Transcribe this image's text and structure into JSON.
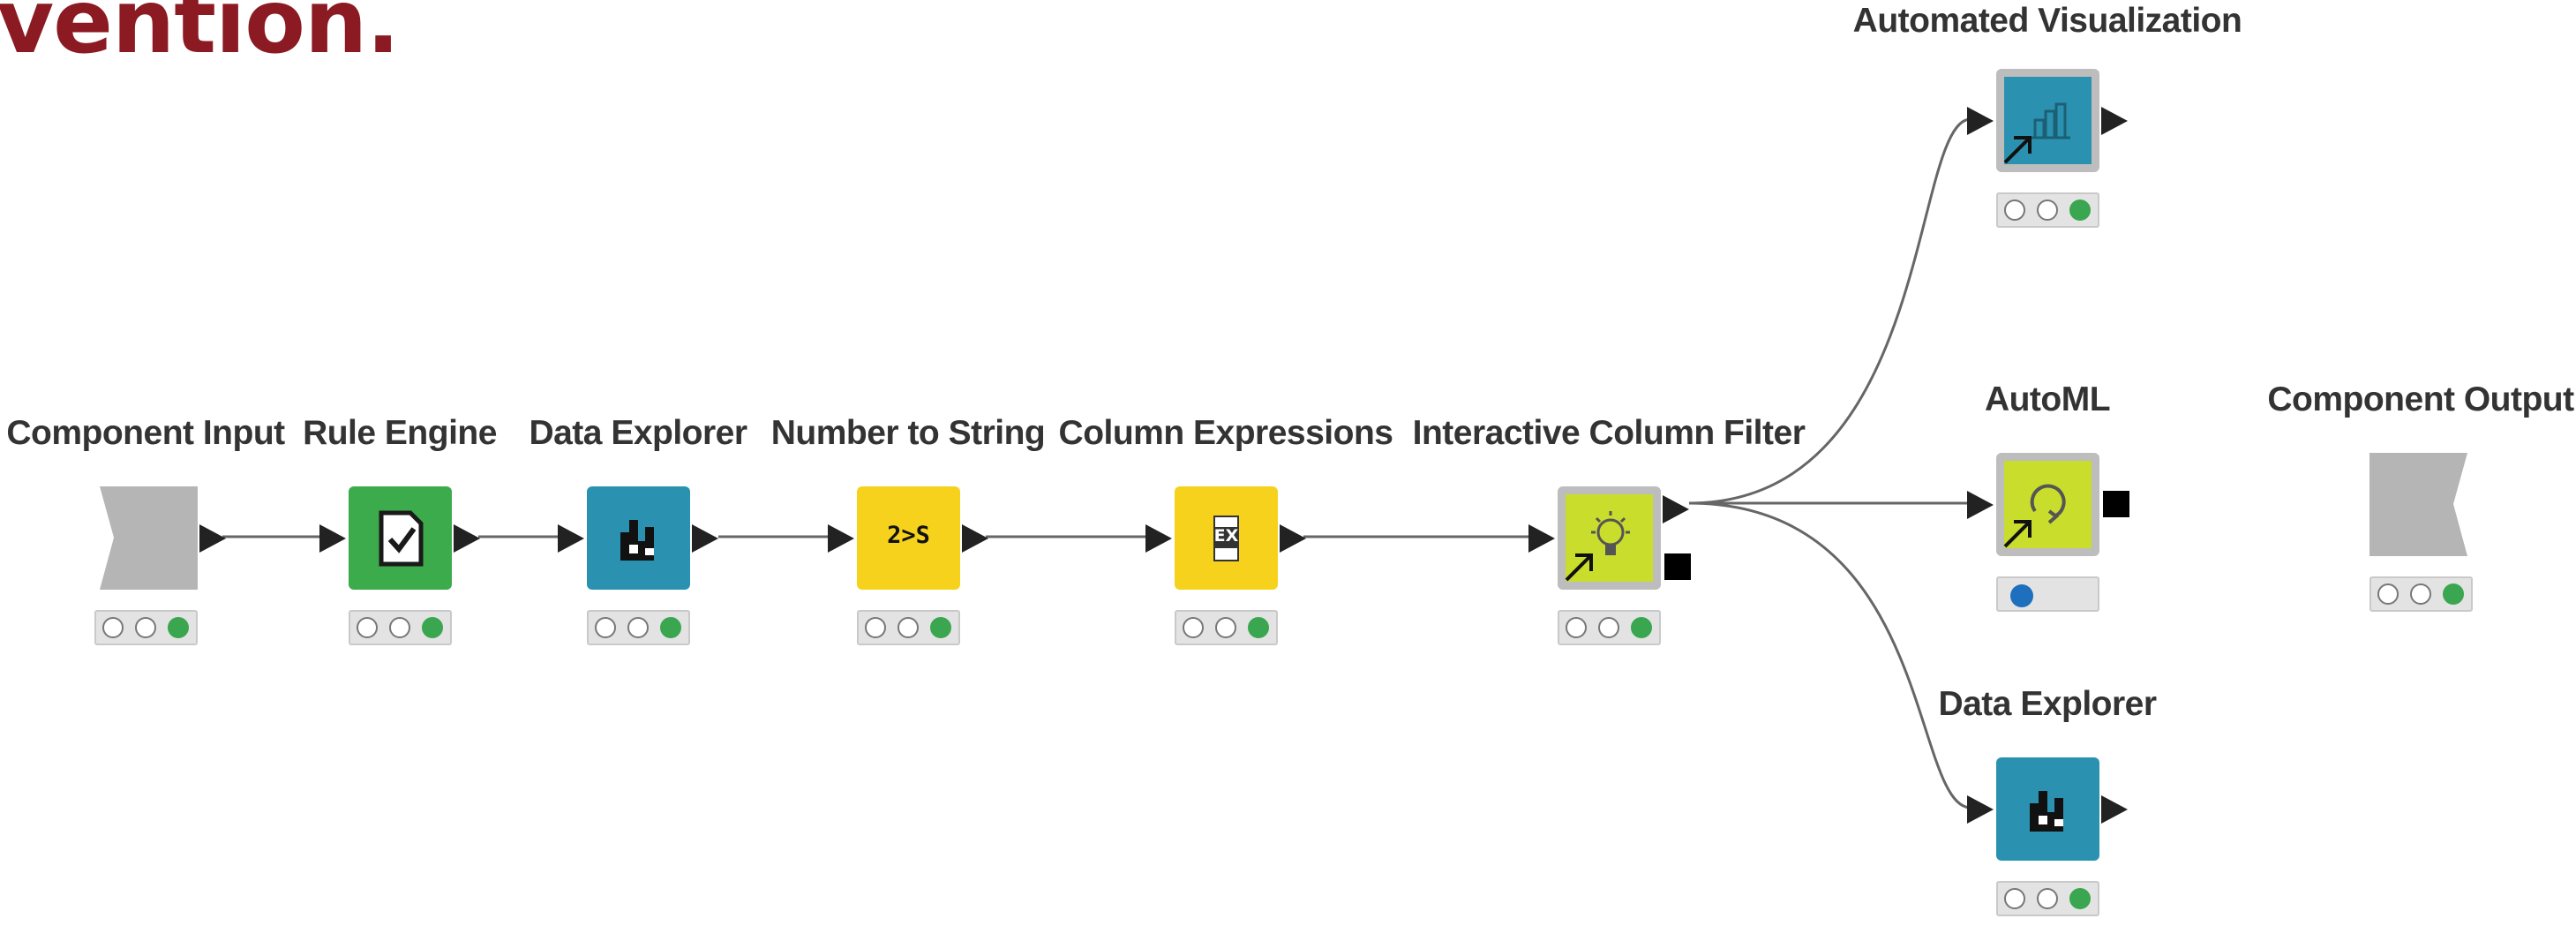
{
  "headline": {
    "text": "vention.",
    "color": "#8b1a22"
  },
  "colors": {
    "wire": "#666666",
    "port": "#222222",
    "status_green": "#3aa650",
    "status_blue": "#1e6fbd",
    "label_text": "#333333"
  },
  "nodes": [
    {
      "id": "component-input",
      "label": "Component Input",
      "kind": "component-input",
      "color": "#b5b5b5",
      "icon": "component-input-icon",
      "status": "green"
    },
    {
      "id": "rule-engine",
      "label": "Rule Engine",
      "kind": "node",
      "color": "#3cab4c",
      "icon": "checklist-icon",
      "status": "green"
    },
    {
      "id": "data-explorer-1",
      "label": "Data Explorer",
      "kind": "node",
      "color": "#2a92b0",
      "icon": "data-explorer-icon",
      "status": "green"
    },
    {
      "id": "number-to-string",
      "label": "Number to String",
      "kind": "node",
      "color": "#f7d21c",
      "icon": "2>S",
      "status": "green"
    },
    {
      "id": "column-expressions",
      "label": "Column Expressions",
      "kind": "node",
      "color": "#f7d21c",
      "icon": "EX",
      "status": "green"
    },
    {
      "id": "interactive-column-filter",
      "label": "Interactive Column Filter",
      "kind": "component",
      "color": "#c9dd2c",
      "icon": "lightbulb-icon",
      "status": "green"
    },
    {
      "id": "automated-visualization",
      "label": "Automated Visualization",
      "kind": "component",
      "color": "#2a92b0",
      "icon": "bar-chart-icon",
      "status": "green"
    },
    {
      "id": "automl",
      "label": "AutoML",
      "kind": "component",
      "color": "#c9dd2c",
      "icon": "cycle-icon",
      "status": "executing"
    },
    {
      "id": "data-explorer-2",
      "label": "Data Explorer",
      "kind": "node",
      "color": "#2a92b0",
      "icon": "data-explorer-icon",
      "status": "green"
    },
    {
      "id": "component-output",
      "label": "Component Output",
      "kind": "component-output",
      "color": "#b5b5b5",
      "icon": "component-output-icon",
      "status": "green"
    }
  ]
}
